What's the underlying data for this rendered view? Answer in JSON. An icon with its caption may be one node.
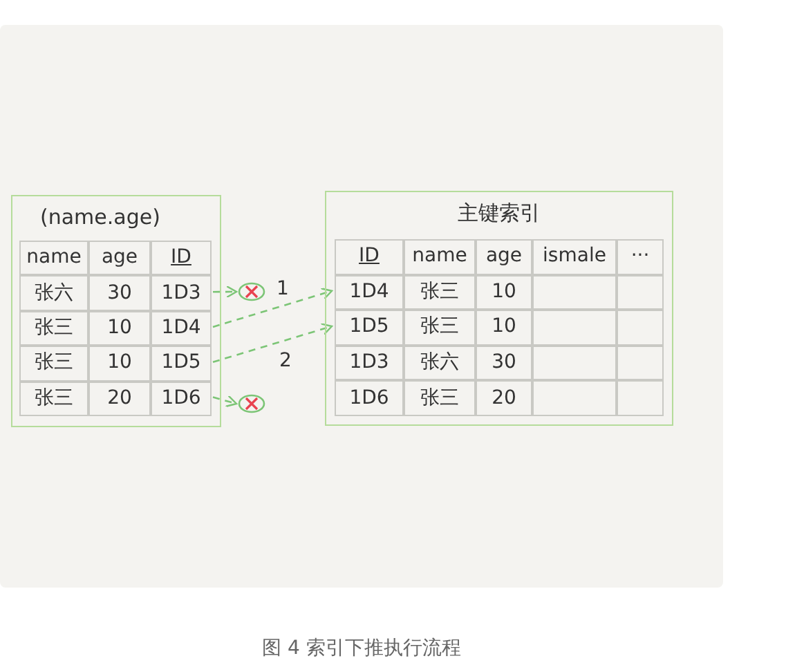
{
  "diagram": {
    "caption": "图 4 索引下推执行流程",
    "nodes": [
      {
        "text": [
          "(name.age)"
        ]
      },
      {
        "text": [
          "name"
        ],
        "in": 0
      },
      {
        "text": [
          "age"
        ],
        "in": 0
      },
      {
        "text": [
          "ID"
        ],
        "in": 0
      },
      {
        "text": [
          "张六"
        ],
        "in": 0
      },
      {
        "text": [
          "30"
        ],
        "in": 0
      },
      {
        "text": [
          "1D3"
        ],
        "in": 0
      },
      {
        "text": [
          "张三"
        ],
        "in": 0
      },
      {
        "text": [
          "10"
        ],
        "in": 0
      },
      {
        "text": [
          "1D4"
        ],
        "in": 0
      },
      {
        "text": [
          "张三"
        ],
        "in": 0
      },
      {
        "text": [
          "10"
        ],
        "in": 0
      },
      {
        "text": [
          "1D5"
        ],
        "in": 0
      },
      {
        "text": [
          "张三"
        ],
        "in": 0
      },
      {
        "text": [
          "20"
        ],
        "in": 0
      },
      {
        "text": [
          "1D6"
        ],
        "in": 0
      },
      {
        "text": [
          "主键索引"
        ]
      },
      {
        "text": [
          "ID"
        ],
        "in": 16
      },
      {
        "text": [
          "name"
        ],
        "in": 16
      },
      {
        "text": [
          "age"
        ],
        "in": 16
      },
      {
        "text": [
          "ismale"
        ],
        "in": 16
      },
      {
        "text": [
          "···"
        ],
        "in": 16
      },
      {
        "text": [
          "1D4"
        ],
        "in": 16
      },
      {
        "text": [
          "张三"
        ],
        "in": 16
      },
      {
        "text": [
          "10"
        ],
        "in": 16
      },
      {
        "text": [],
        "shape": "box",
        "in": 16
      },
      {
        "text": [],
        "shape": "box",
        "in": 16
      },
      {
        "text": [
          "1D5"
        ],
        "in": 16
      },
      {
        "text": [
          "张三"
        ],
        "in": 16
      },
      {
        "text": [
          "10"
        ],
        "in": 16
      },
      {
        "text": [],
        "shape": "box",
        "in": 16
      },
      {
        "text": [],
        "shape": "box",
        "in": 16
      },
      {
        "text": [
          "1D3"
        ],
        "in": 16
      },
      {
        "text": [
          "张六"
        ],
        "in": 16
      },
      {
        "text": [
          "30"
        ],
        "in": 16
      },
      {
        "text": [],
        "shape": "box",
        "in": 16
      },
      {
        "text": [],
        "shape": "box",
        "in": 16
      },
      {
        "text": [
          "1D6"
        ],
        "in": 16
      },
      {
        "text": [
          "张三"
        ],
        "in": 16
      },
      {
        "text": [
          "20"
        ],
        "in": 16
      },
      {
        "text": [],
        "shape": "box",
        "in": 16
      },
      {
        "text": [],
        "shape": "box",
        "in": 16
      },
      {
        "text": [],
        "shape": "circle"
      },
      {
        "text": [],
        "shape": "circle"
      }
    ],
    "edges": [
      {
        "from": 6,
        "to": 42,
        "arrow": "to",
        "style": "dashed"
      },
      {
        "from": 9,
        "to": 22,
        "arrow": "to",
        "style": "dashed",
        "label": "1"
      },
      {
        "from": 12,
        "to": 27,
        "arrow": "to",
        "style": "dashed",
        "label": "2"
      },
      {
        "from": 15,
        "to": 43,
        "arrow": "to",
        "style": "dashed"
      }
    ]
  }
}
